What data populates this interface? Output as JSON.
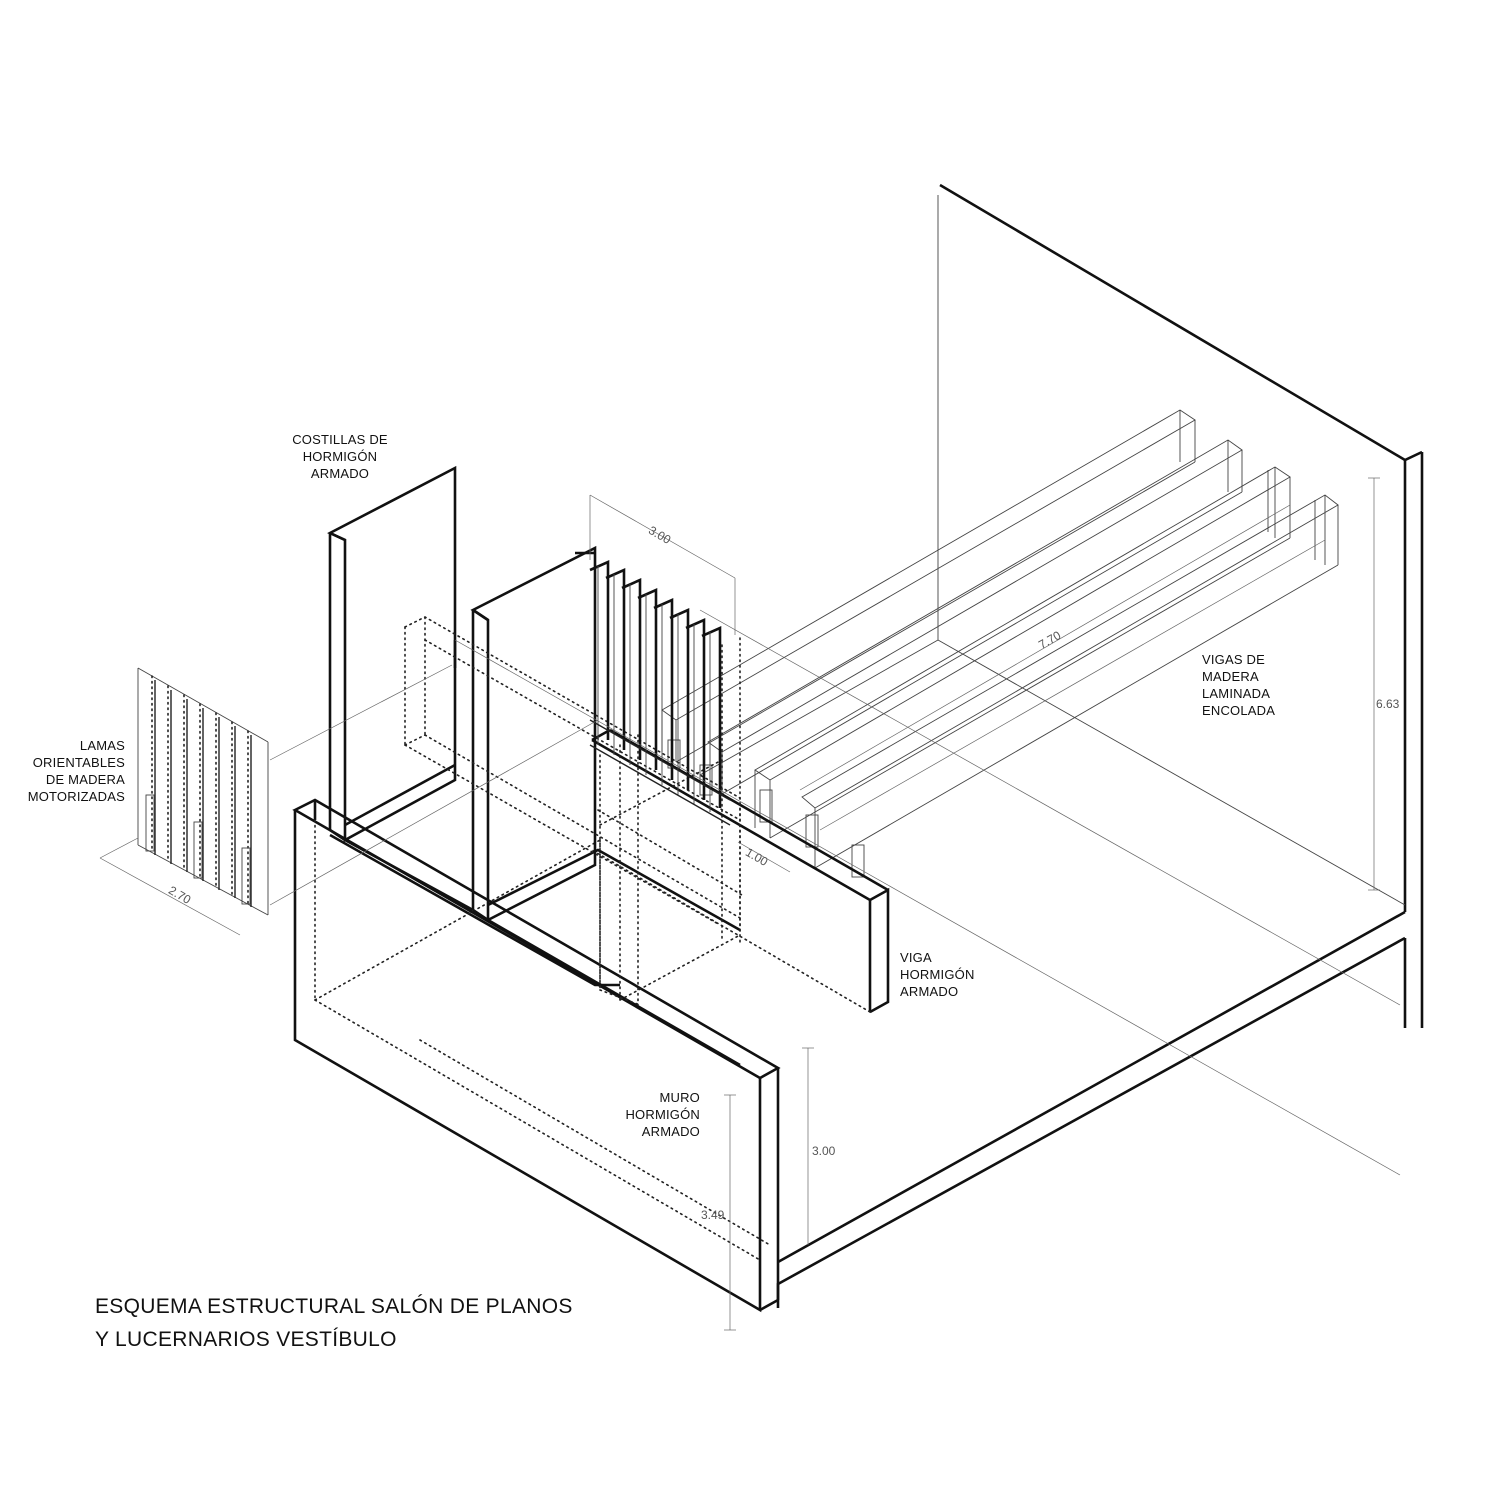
{
  "drawing": {
    "title_lines": [
      "ESQUEMA ESTRUCTURAL SALÓN DE PLANOS",
      "Y LUCERNARIOS VESTÍBULO"
    ],
    "line_color": "#111111",
    "background": "#ffffff"
  },
  "labels": {
    "costillas": [
      "COSTILLAS DE",
      "HORMIGÓN",
      "ARMADO"
    ],
    "lamas": [
      "LAMAS",
      "ORIENTABLES",
      "DE MADERA",
      "MOTORIZADAS"
    ],
    "vigas_madera": [
      "VIGAS DE",
      "MADERA",
      "LAMINADA",
      "ENCOLADA"
    ],
    "viga_hormigon": [
      "VIGA",
      "HORMIGÓN",
      "ARMADO"
    ],
    "muro": [
      "MURO",
      "HORMIGÓN",
      "ARMADO"
    ]
  },
  "dimensions": {
    "rib_spacing": "3.00",
    "beam_length": "7.70",
    "room_height": "6.63",
    "louver_width": "2.70",
    "beam_gap": "1.00",
    "wall_height": "3.00",
    "wall_total": "3.49"
  }
}
